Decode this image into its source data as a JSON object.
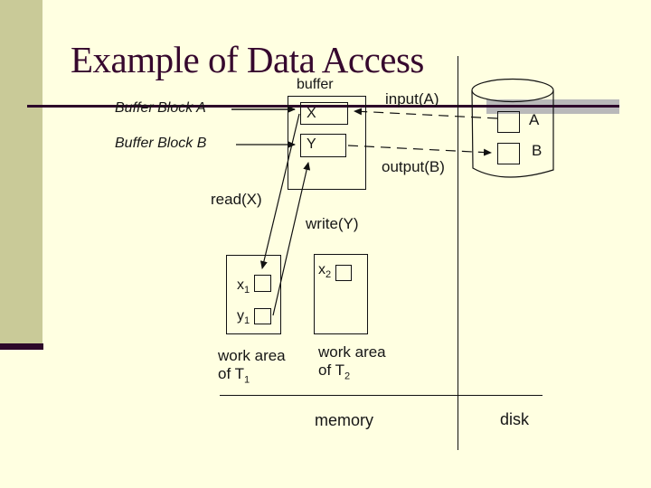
{
  "slide": {
    "title": "Example of Data Access"
  },
  "diagram": {
    "buffer_label": "buffer",
    "buffer_block_a": "Buffer Block A",
    "buffer_block_b": "Buffer Block B",
    "page_x": "X",
    "page_y": "Y",
    "input_a": "input(A)",
    "output_b": "output(B)",
    "read_x": "read(X)",
    "write_y": "write(Y)",
    "disk_block_a": "A",
    "disk_block_b": "B",
    "var_x1": {
      "base": "x",
      "sub": "1"
    },
    "var_y1": {
      "base": "y",
      "sub": "1"
    },
    "var_x2": {
      "base": "x",
      "sub": "2"
    },
    "work_area_t1": {
      "line1": "work area",
      "line2_base": "of T",
      "line2_sub": "1"
    },
    "work_area_t2": {
      "line1": "work area",
      "line2_base": "of T",
      "line2_sub": "2"
    },
    "memory_label": "memory",
    "disk_label": "disk"
  },
  "colors": {
    "background": "#FFFFE1",
    "sidebar_olive": "#C9CA98",
    "accent_dark_purple": "#2D082A",
    "template_gray": "#B9B9B9",
    "title_ink": "#36082E",
    "diagram_ink": "#111111"
  }
}
